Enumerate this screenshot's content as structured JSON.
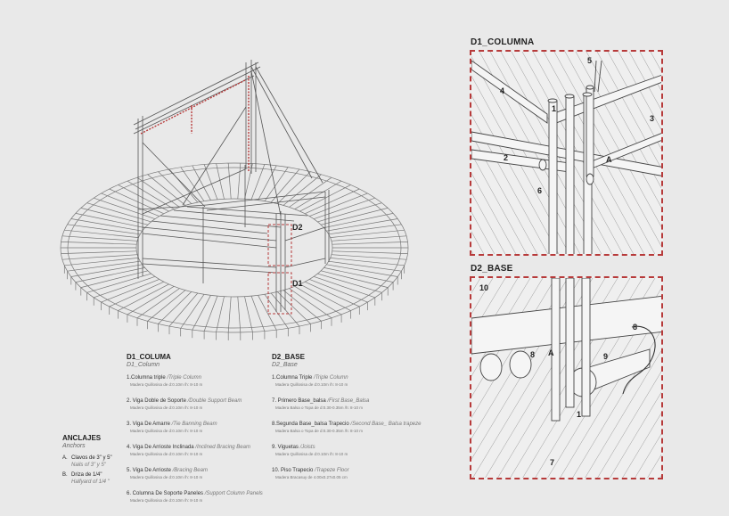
{
  "main_labels": {
    "d2": "D2",
    "d1": "D1"
  },
  "d1_detail": {
    "title": "D1_COLUMNA",
    "callouts": [
      "1",
      "2",
      "3",
      "4",
      "5",
      "6",
      "A"
    ]
  },
  "d2_detail": {
    "title": "D2_BASE",
    "callouts": [
      "10",
      "8",
      "9",
      "8",
      "A",
      "1",
      "7"
    ]
  },
  "legend_d1": {
    "title": "D1_COLUMA",
    "subtitle": "D1_Column",
    "items": [
      {
        "name": "1.Columna triple",
        "en": "/Triple Column",
        "mat": "Madera Quillosisa de d:0.10m /h: 8-10 m"
      },
      {
        "name": "2. Viga Doble de Soporte",
        "en": "/Double Support Beam",
        "mat": "Madera Quillosisa de d:0.10m /h: 8-10 m"
      },
      {
        "name": "3. Viga De Amarre",
        "en": "/Tie Banning Beam",
        "mat": "Madera Quillosisa de d:0.10m /h: 8-10 m"
      },
      {
        "name": "4. Viga De Arrioste Inclinada",
        "en": "/Inclined Bracing Beam",
        "mat": "Madera Quillosisa de d:0.10m /h: 8-10 m"
      },
      {
        "name": "5. Viga De Arrioste",
        "en": "/Bracing Beam",
        "mat": "Madera Quillosisa de d:0.10m /h: 8-10 m"
      },
      {
        "name": "6. Columna De Soporte Paneles",
        "en": "/Support Column Panels",
        "mat": "Madera Quillosisa de d:0.10m /h: 8-10 m"
      }
    ]
  },
  "legend_d2": {
    "title": "D2_BASE",
    "subtitle": "D2_Base",
    "items": [
      {
        "name": "1.Columna Triple",
        "en": "/Triple Column",
        "mat": "Madera Quillosisa de d:0.10m /h: 8-10 m"
      },
      {
        "name": "7. Primero Base_balsa",
        "en": "/First Base_Balsa",
        "mat": "Madera Balsa o Topa de d:0.30-0.35m /h: 8-10 m"
      },
      {
        "name": "8.Segunda Base_balsa Trapecio",
        "en": "/Second Base_ Balsa trapeze",
        "mat": "Madera Balsa o Topa de d:0.30-0.35m /h: 8-10 m"
      },
      {
        "name": "9. Viguetas",
        "en": "/Joists",
        "mat": "Madera Quillosisa de d:0.10m /h: 8-10 m"
      },
      {
        "name": "10. Piso Trapecio",
        "en": "/Trapeze Floor",
        "mat": "Madera Bracasuy de 4.00x0.27x0.05 cm"
      }
    ]
  },
  "anchors": {
    "title": "ANCLAJES",
    "subtitle": "Anchors",
    "items": [
      {
        "letter": "A.",
        "name": "Clavos de 3\" y 5\"",
        "en": "Nails of 3\" y 5\""
      },
      {
        "letter": "B.",
        "name": "Driza de 1/4\"",
        "en": "Halfyard of 1/4 \""
      }
    ]
  },
  "colors": {
    "accent": "#b73a3a",
    "line": "#555555",
    "background": "#e9e9e9"
  }
}
